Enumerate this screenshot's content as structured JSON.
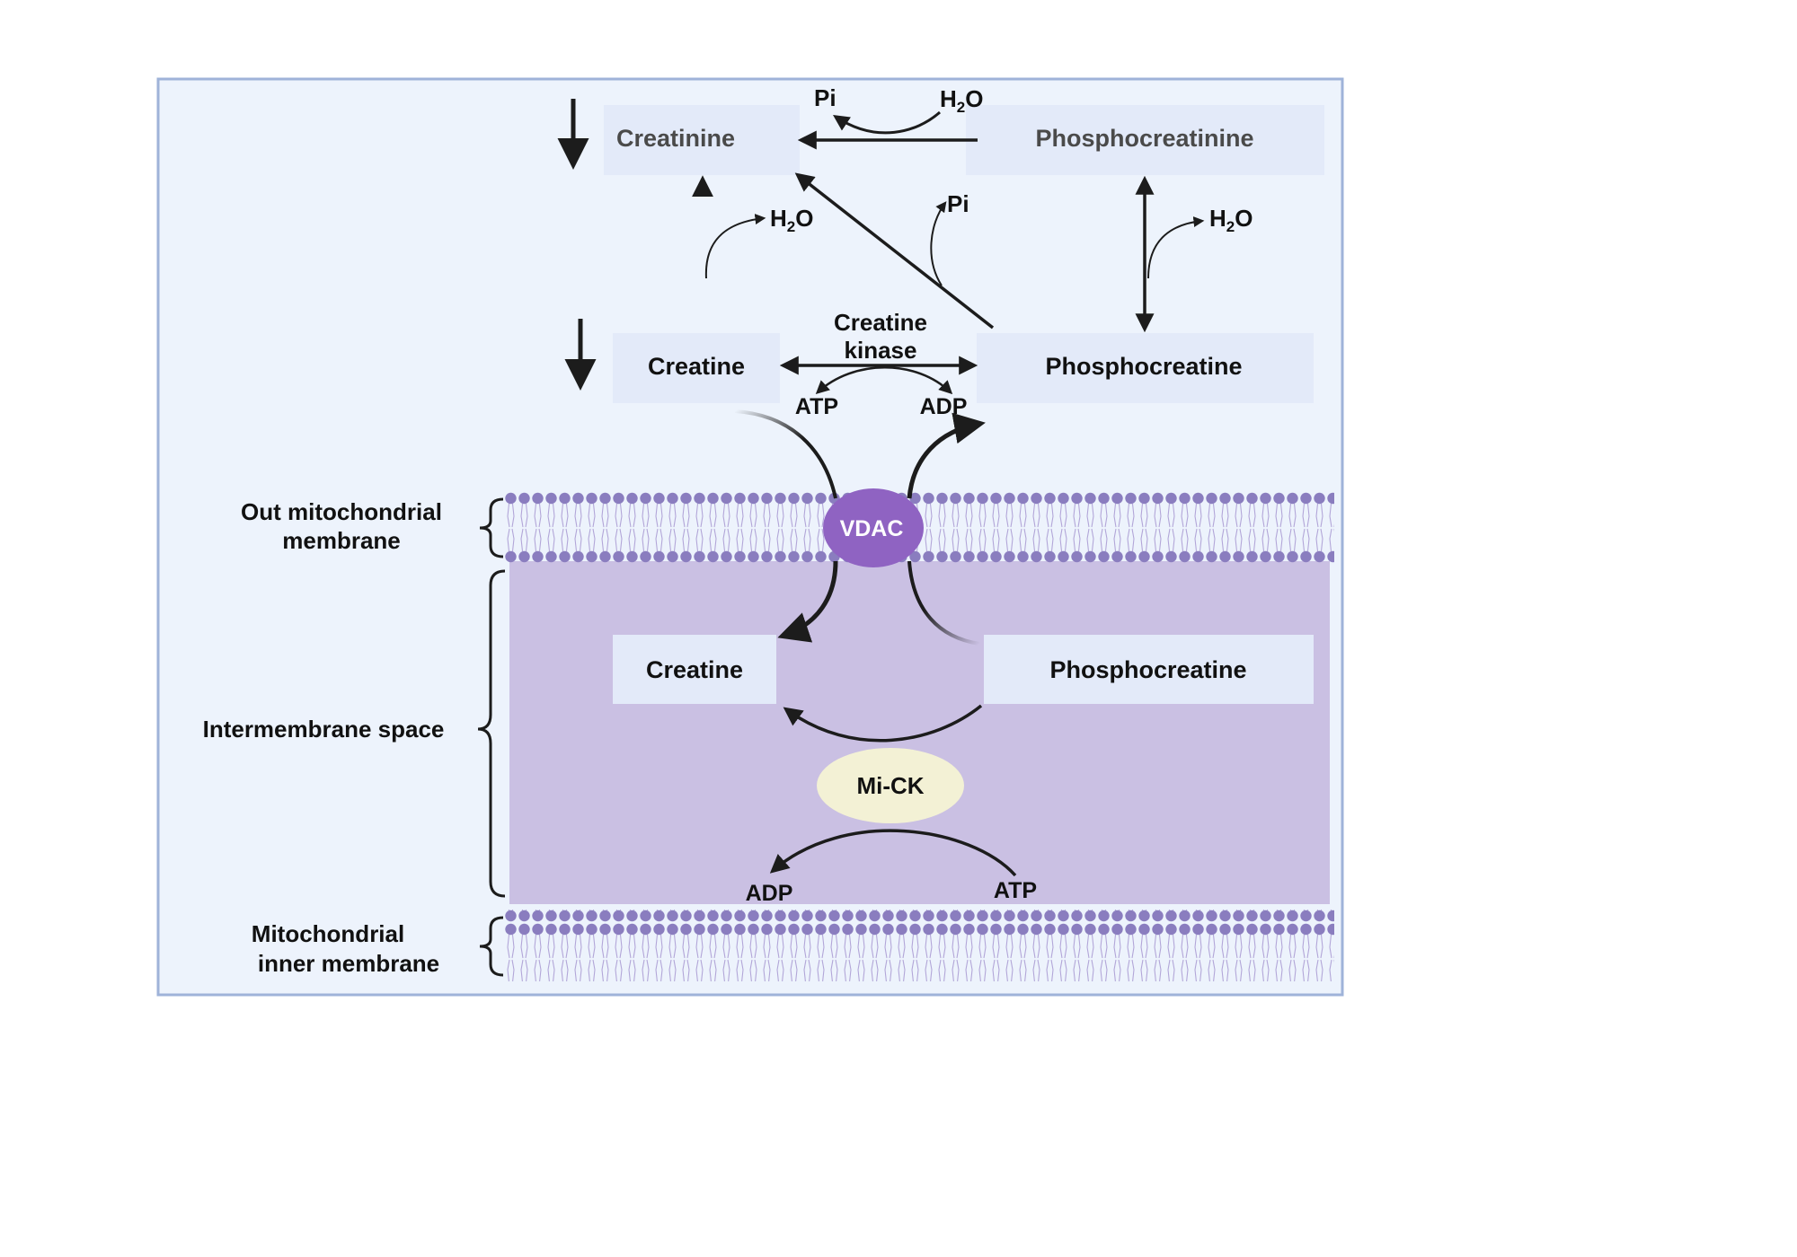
{
  "labels": {
    "creatinine": "Creatinine",
    "phosphocreatinine": "Phosphocreatinine",
    "pi_top": "Pi",
    "h2o_top_h": "H",
    "h2o_top_sub": "2",
    "h2o_top_o": "O",
    "h2o_left_h": "H",
    "h2o_left_sub": "2",
    "h2o_left_o": "O",
    "pi_mid": "Pi",
    "h2o_right_h": "H",
    "h2o_right_sub": "2",
    "h2o_right_o": "O",
    "creatine_cyto": "Creatine",
    "phosphocreatine_cyto": "Phosphocreatine",
    "ck_line1": "Creatine",
    "ck_line2": "kinase",
    "atp_cyto": "ATP",
    "adp_cyto": "ADP",
    "outer_membrane_line1": "Out mitochondrial",
    "outer_membrane_line2": "membrane",
    "vdac": "VDAC",
    "intermembrane_space": "Intermembrane space",
    "creatine_ims": "Creatine",
    "phosphocreatine_ims": "Phosphocreatine",
    "mick": "Mi-CK",
    "adp_ims": "ADP",
    "atp_ims": "ATP",
    "inner_membrane_line1": "Mitochondrial",
    "inner_membrane_line2": "inner membrane"
  },
  "colors": {
    "panel_bg": "#edf3fc",
    "panel_border": "#9fb3d9",
    "box_fill": "#e3eaf9",
    "ims_fill": "#cac0e3",
    "lipid_head": "#8a7dbf",
    "vdac": "#8f63c2",
    "mick": "#f3f1d5",
    "arrow": "#1c1c1c"
  }
}
